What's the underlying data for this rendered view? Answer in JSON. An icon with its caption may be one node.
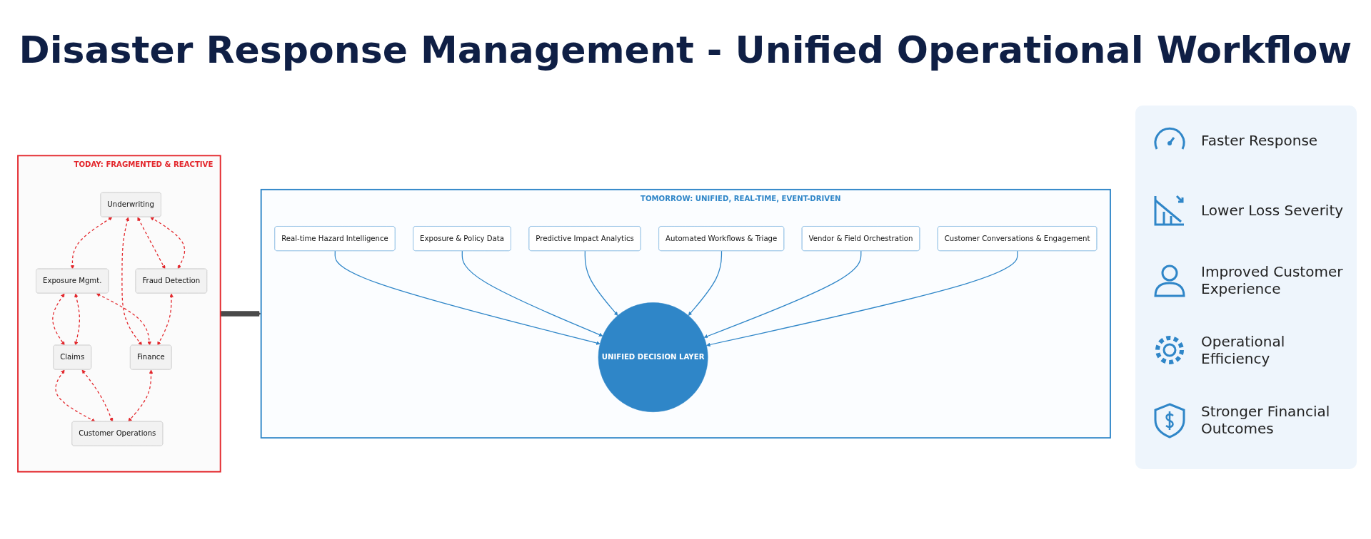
{
  "diagram": {
    "title": "Disaster Response Management - Unified Operational Workflow",
    "nodes": [
      {
        "text": [
          "TODAY: FRAGMENTED & REACTIVE"
        ]
      },
      {
        "text": [
          "Underwriting"
        ],
        "in": 0
      },
      {
        "text": [
          "Exposure Mgmt."
        ],
        "in": 0
      },
      {
        "text": [
          "Claims"
        ],
        "in": 0
      },
      {
        "text": [
          "Fraud Detection"
        ],
        "in": 0
      },
      {
        "text": [
          "Finance"
        ],
        "in": 0
      },
      {
        "text": [
          "Customer Operations"
        ],
        "in": 0
      },
      {
        "text": [
          "TOMORROW: UNIFIED, REAL-TIME, EVENT-DRIVEN"
        ]
      },
      {
        "text": [
          "Real-time Hazard Intelligence"
        ],
        "in": 7
      },
      {
        "text": [
          "Exposure & Policy Data"
        ],
        "in": 7
      },
      {
        "text": [
          "Predictive Impact Analytics"
        ],
        "in": 7
      },
      {
        "text": [
          "UNIFIED DECISION LAYER"
        ],
        "in": 7
      },
      {
        "text": [
          "Automated Workflows & Triage"
        ],
        "in": 7
      },
      {
        "text": [
          "Vendor & Field Orchestration"
        ],
        "in": 7
      },
      {
        "text": [
          "Customer Conversations & Engagement"
        ],
        "in": 7
      }
    ],
    "edges": [
      {
        "from": 1,
        "to": 2,
        "arrow": "both",
        "style": "dashed"
      },
      {
        "from": 2,
        "to": 3,
        "arrow": "both",
        "style": "dashed"
      },
      {
        "from": 1,
        "to": 4,
        "arrow": "both",
        "style": "dashed"
      },
      {
        "from": 4,
        "to": 1,
        "arrow": "both",
        "style": "dashed"
      },
      {
        "from": 1,
        "to": 5,
        "arrow": "both",
        "style": "dashed"
      },
      {
        "from": 2,
        "to": 5,
        "arrow": "both",
        "style": "dashed"
      },
      {
        "from": 2,
        "to": 3,
        "arrow": "both",
        "style": "dashed"
      },
      {
        "from": 3,
        "to": 6,
        "arrow": "both",
        "style": "dashed"
      },
      {
        "from": 3,
        "to": 6,
        "arrow": "both",
        "style": "dashed"
      },
      {
        "from": 4,
        "to": 5,
        "arrow": "both",
        "style": "dashed"
      },
      {
        "from": 5,
        "to": 6,
        "arrow": "both",
        "style": "dashed"
      },
      {
        "from": 0,
        "to": 7,
        "arrow": "to",
        "style": "thick",
        "color": "#4a4a4a"
      },
      {
        "from": 8,
        "to": 11,
        "arrow": "to",
        "color": "#2f86c8"
      },
      {
        "from": 9,
        "to": 11,
        "arrow": "to",
        "color": "#2f86c8"
      },
      {
        "from": 10,
        "to": 11,
        "arrow": "to",
        "color": "#2f86c8"
      },
      {
        "from": 12,
        "to": 11,
        "arrow": "to",
        "color": "#2f86c8"
      },
      {
        "from": 13,
        "to": 11,
        "arrow": "to",
        "color": "#2f86c8"
      },
      {
        "from": 14,
        "to": 11,
        "arrow": "to",
        "color": "#2f86c8"
      }
    ],
    "labels": [
      "Faster Response",
      "Lower Loss Severity",
      "Improved Customer Experience",
      "Operational Efficiency",
      "Stronger Financial Outcomes"
    ]
  }
}
